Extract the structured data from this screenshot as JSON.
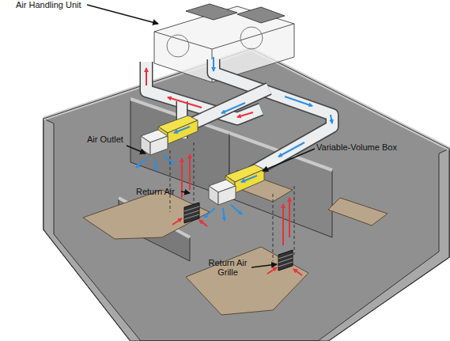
{
  "diagram": {
    "labels": [
      "Air Handling Unit",
      "Air Outlet",
      "Return Air",
      "Variable-Volume Box",
      "Return Air Grille"
    ]
  }
}
